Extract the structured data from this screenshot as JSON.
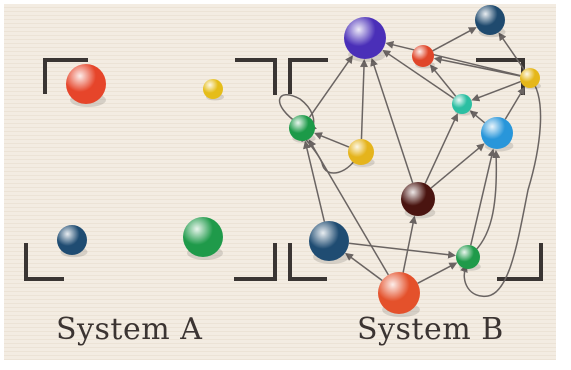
{
  "captions": {
    "system_a": "System A",
    "system_b": "System B"
  },
  "colors": {
    "background": "#f3ece2",
    "bracket": "#3a3533",
    "arrow": "#6a6462",
    "text": "#3b3432"
  },
  "system_a": {
    "nodes": [
      {
        "id": "a-red",
        "color": "#e6452a"
      },
      {
        "id": "a-yellow",
        "color": "#e5bd1a"
      },
      {
        "id": "a-blue",
        "color": "#1f4c72"
      },
      {
        "id": "a-green",
        "color": "#1f9a4a"
      }
    ]
  },
  "system_b": {
    "nodes": [
      {
        "id": "b-purple",
        "color": "#4a2fb8"
      },
      {
        "id": "b-navy-top",
        "color": "#1f4a6e"
      },
      {
        "id": "b-red-small",
        "color": "#e0462a"
      },
      {
        "id": "b-yellow-right",
        "color": "#e5b719"
      },
      {
        "id": "b-teal",
        "color": "#2bbfa2"
      },
      {
        "id": "b-cyan",
        "color": "#2896da"
      },
      {
        "id": "b-green-left",
        "color": "#1c9a48"
      },
      {
        "id": "b-yellow-mid",
        "color": "#e5b41c"
      },
      {
        "id": "b-brown",
        "color": "#4a1410"
      },
      {
        "id": "b-navy-bottom",
        "color": "#1f4c72"
      },
      {
        "id": "b-green-bottom",
        "color": "#1f9a4a"
      },
      {
        "id": "b-orange-bottom",
        "color": "#e4512b"
      }
    ],
    "edges": [
      {
        "from": "b-teal",
        "to": "b-purple"
      },
      {
        "from": "b-yellow-right",
        "to": "b-purple"
      },
      {
        "from": "b-red-small",
        "to": "b-navy-top"
      },
      {
        "from": "b-yellow-right",
        "to": "b-navy-top"
      },
      {
        "from": "b-yellow-right",
        "to": "b-teal"
      },
      {
        "from": "b-yellow-right",
        "to": "b-red-small"
      },
      {
        "from": "b-teal",
        "to": "b-red-small"
      },
      {
        "from": "b-cyan",
        "to": "b-teal"
      },
      {
        "from": "b-yellow-mid",
        "to": "b-purple"
      },
      {
        "from": "b-green-left",
        "to": "b-purple"
      },
      {
        "from": "b-brown",
        "to": "b-teal"
      },
      {
        "from": "b-brown",
        "to": "b-cyan"
      },
      {
        "from": "b-brown",
        "to": "b-purple"
      },
      {
        "from": "b-navy-bottom",
        "to": "b-green-left"
      },
      {
        "from": "b-orange-bottom",
        "to": "b-green-left"
      },
      {
        "from": "b-orange-bottom",
        "to": "b-navy-bottom"
      },
      {
        "from": "b-orange-bottom",
        "to": "b-green-bottom"
      },
      {
        "from": "b-orange-bottom",
        "to": "b-brown"
      },
      {
        "from": "b-navy-bottom",
        "to": "b-green-bottom"
      },
      {
        "from": "b-green-bottom",
        "to": "b-cyan"
      },
      {
        "from": "b-cyan",
        "to": "b-yellow-right"
      },
      {
        "from": "b-yellow-mid",
        "to": "b-green-left"
      }
    ]
  }
}
